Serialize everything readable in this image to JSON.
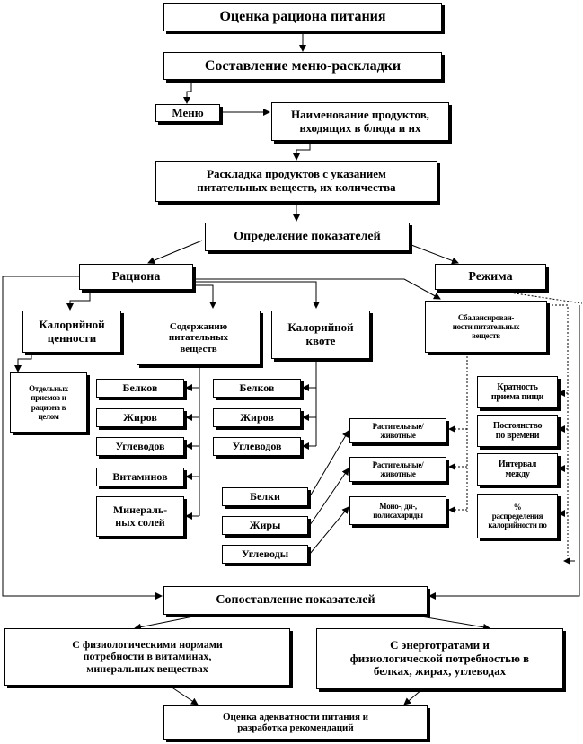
{
  "diagram": {
    "root": "Оценка рациона питания",
    "menu_layout": "Составление меню-раскладки",
    "menu": "Меню",
    "product_names": "Наименование продуктов,\nвходящих  в блюда и их",
    "product_layout": "Раскладка продуктов с указанием\nпитательных веществ, их количества",
    "indicators": "Определение  показателей",
    "ration": "Рациона",
    "regime": "Режима",
    "caloric_value": "Калорийной\nценности",
    "nutrient_content": "Содержанию\nпитательных\nвеществ",
    "caloric_quota": "Калорийной\nквоте",
    "balance": "Сбалансирован-\nности питательных\nвеществ",
    "separate_meals": "Отдельных\nприемов и\nрациона в\nцелом",
    "nutrients": [
      "Белков",
      "Жиров",
      "Углеводов",
      "Витаминов",
      "Минераль-\nных солей"
    ],
    "quota_items": [
      "Белков",
      "Жиров",
      "Углеводов"
    ],
    "macros": [
      "Белки",
      "Жиры",
      "Углеводы"
    ],
    "sources": [
      "Растительные/\nживотные",
      "Растительные/\nживотные",
      "Моно-, ди-,\nполисахариды"
    ],
    "regime_items": [
      "Кратность\nприема пищи",
      "Постоянство\nпо времени",
      "Интервал\nмежду",
      "%\nраспределения\nкалорийности по"
    ],
    "comparison": "Сопоставление  показателей",
    "norms": "С физиологическими нормами\nпотребности в витаминах,\nминеральных веществах",
    "energy": "С энерготратами  и\nфизиологической  потребностью  в\nбелках,  жирах,  углеводах",
    "adequacy": "Оценка адекватности питания и\nразработка рекомендаций"
  }
}
